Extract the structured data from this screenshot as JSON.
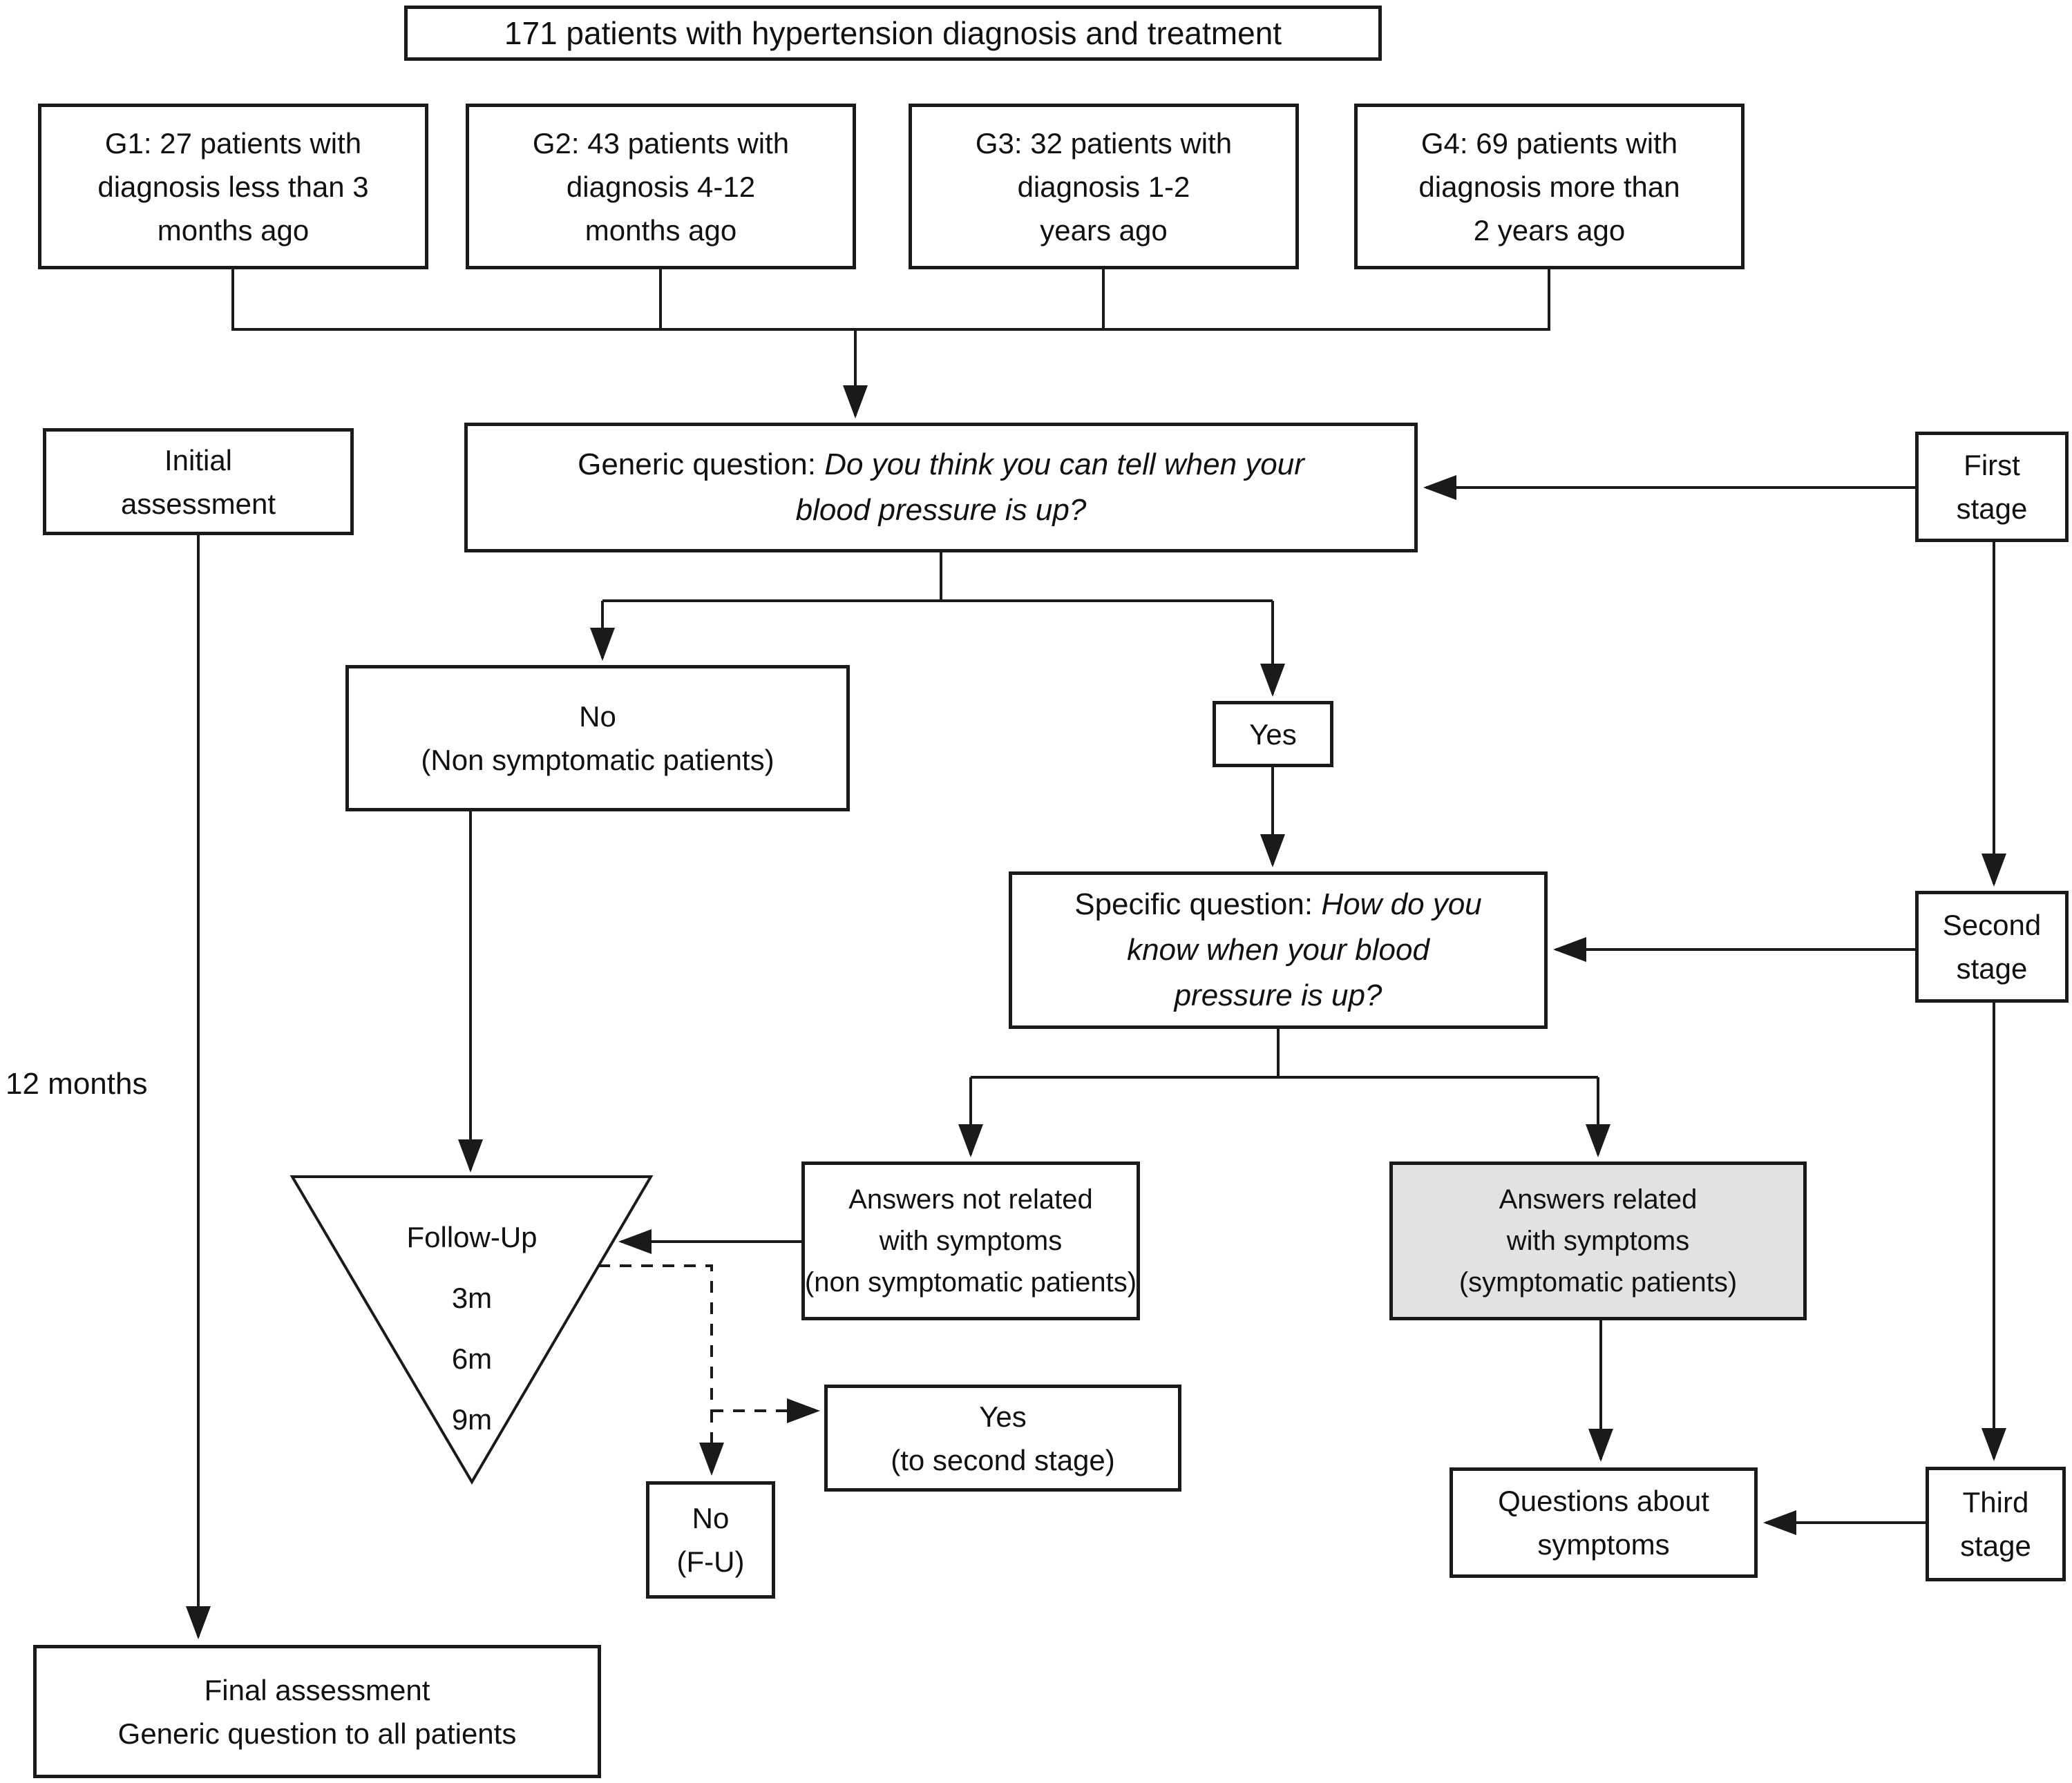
{
  "top": {
    "label": "171 patients with hypertension diagnosis and treatment"
  },
  "groups": [
    {
      "lines": [
        "G1: 27 patients with",
        "diagnosis less than 3",
        "months ago"
      ]
    },
    {
      "lines": [
        "G2: 43 patients with",
        "diagnosis 4-12",
        "months ago"
      ]
    },
    {
      "lines": [
        "G3: 32 patients with",
        "diagnosis 1-2",
        "years ago"
      ]
    },
    {
      "lines": [
        "G4: 69 patients with",
        "diagnosis more than",
        "2 years ago"
      ]
    }
  ],
  "initial_assessment": {
    "lines": [
      "Initial",
      "assessment"
    ]
  },
  "generic_question": {
    "prefix": "Generic question:",
    "italic1": "Do you think you can tell when your",
    "italic2": "blood pressure is up?"
  },
  "first_stage": {
    "lines": [
      "First",
      "stage"
    ]
  },
  "no_branch": {
    "lines": [
      "No",
      "(Non symptomatic patients)"
    ]
  },
  "yes_branch": {
    "label": "Yes"
  },
  "specific_question": {
    "prefix": "Specific question:",
    "italic1": "How do you",
    "italic2": "know when your blood",
    "italic3": "pressure is up?"
  },
  "second_stage": {
    "lines": [
      "Second",
      "stage"
    ]
  },
  "follow_up": {
    "title": "Follow-Up",
    "intervals": [
      "3m",
      "6m",
      "9m"
    ]
  },
  "answers_not_related": {
    "lines": [
      "Answers not related",
      "with symptoms",
      "(non symptomatic patients)"
    ]
  },
  "answers_related": {
    "lines": [
      "Answers related",
      "with symptoms",
      "(symptomatic patients)"
    ]
  },
  "yes_to_second": {
    "lines": [
      "Yes",
      "(to second stage)"
    ]
  },
  "no_fu": {
    "lines": [
      "No",
      "(F-U)"
    ]
  },
  "questions_about_symptoms": {
    "lines": [
      "Questions about",
      "symptoms"
    ]
  },
  "third_stage": {
    "lines": [
      "Third",
      "stage"
    ]
  },
  "final_assessment": {
    "lines": [
      "Final assessment",
      "Generic question to all patients"
    ]
  },
  "duration_label": "12 months",
  "colors": {
    "highlight_fill": "#e2e2e2",
    "line_color": "#1a1a1a"
  }
}
